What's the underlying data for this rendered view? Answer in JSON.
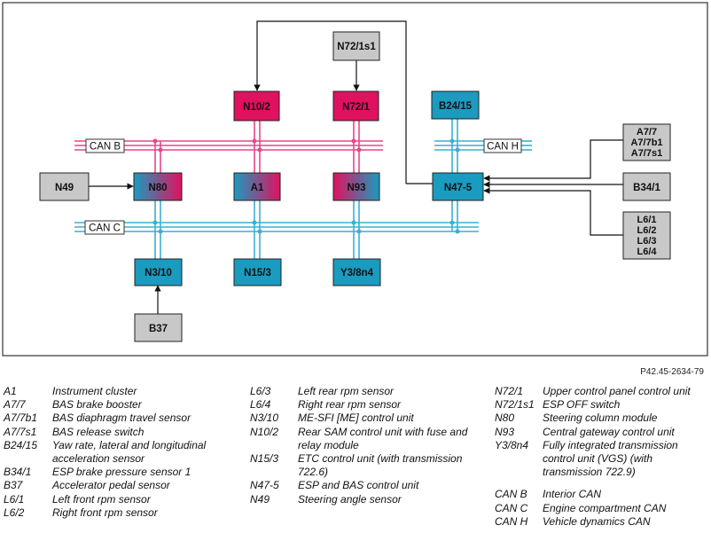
{
  "diagram": {
    "modules": {
      "n10_2": "N10/2",
      "n72_1": "N72/1",
      "n72_1s1": "N72/1s1",
      "b24_15": "B24/15",
      "n49": "N49",
      "n80": "N80",
      "a1": "A1",
      "n93": "N93",
      "n47_5": "N47-5",
      "a7_group": [
        "A7/7",
        "A7/7b1",
        "A7/7s1"
      ],
      "b34_1": "B34/1",
      "l6_group": [
        "L6/1",
        "L6/2",
        "L6/3",
        "L6/4"
      ],
      "n3_10": "N3/10",
      "n15_3": "N15/3",
      "y3_8n4": "Y3/8n4",
      "b37": "B37"
    },
    "bus_labels": {
      "can_b": "CAN B",
      "can_h": "CAN H",
      "can_c": "CAN C"
    },
    "colors": {
      "can_b": "#e8468a",
      "can_c": "#3ab0d0",
      "can_h": "#3ab0d0",
      "module_red": "#e0115f",
      "module_blue": "#1a9bbf",
      "module_grey": "#c8c8c8"
    }
  },
  "reference": "P42.45-2634-79",
  "legend": {
    "col1": [
      {
        "code": "A1",
        "desc": "Instrument cluster"
      },
      {
        "code": "A7/7",
        "desc": "BAS brake booster"
      },
      {
        "code": "A7/7b1",
        "desc": "BAS diaphragm travel sensor"
      },
      {
        "code": "A7/7s1",
        "desc": "BAS release switch"
      },
      {
        "code": "B24/15",
        "desc": "Yaw rate, lateral and longitudinal acceleration sensor"
      },
      {
        "code": "B34/1",
        "desc": "ESP brake pressure sensor 1"
      },
      {
        "code": "B37",
        "desc": "Accelerator pedal sensor"
      },
      {
        "code": "L6/1",
        "desc": "Left front rpm sensor"
      },
      {
        "code": "L6/2",
        "desc": "Right front rpm sensor"
      }
    ],
    "col2": [
      {
        "code": "L6/3",
        "desc": "Left rear rpm sensor"
      },
      {
        "code": "L6/4",
        "desc": "Right rear rpm sensor"
      },
      {
        "code": "N3/10",
        "desc": "ME-SFI [ME] control unit"
      },
      {
        "code": "N10/2",
        "desc": "Rear SAM control unit with fuse and relay module"
      },
      {
        "code": "N15/3",
        "desc": "ETC control unit (with transmission 722.6)"
      },
      {
        "code": "N47-5",
        "desc": "ESP and BAS control unit"
      },
      {
        "code": "N49",
        "desc": "Steering angle sensor"
      }
    ],
    "col3": [
      {
        "code": "N72/1",
        "desc": "Upper control panel control unit"
      },
      {
        "code": "N72/1s1",
        "desc": "ESP OFF switch"
      },
      {
        "code": "N80",
        "desc": "Steering column module"
      },
      {
        "code": "N93",
        "desc": "Central gateway control unit"
      },
      {
        "code": "Y3/8n4",
        "desc": "Fully integrated transmission control unit (VGS) (with transmission 722.9)"
      }
    ],
    "col3_bus": [
      {
        "code": "CAN B",
        "desc": "Interior CAN"
      },
      {
        "code": "CAN C",
        "desc": "Engine compartment CAN"
      },
      {
        "code": "CAN H",
        "desc": "Vehicle dynamics CAN"
      }
    ]
  }
}
